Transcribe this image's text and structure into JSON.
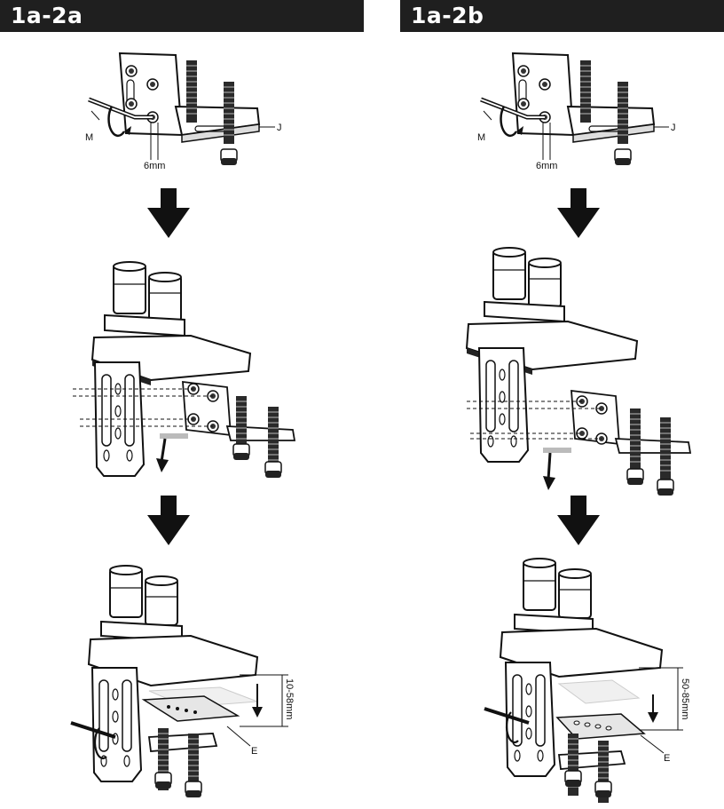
{
  "panels": {
    "a": {
      "title": "1a-2a",
      "label_m": "M",
      "label_j": "J",
      "label_hex": "6mm",
      "label_e": "E",
      "label_range": "10-58mm"
    },
    "b": {
      "title": "1a-2b",
      "label_m": "M",
      "label_j": "J",
      "label_hex": "6mm",
      "label_e": "E",
      "label_range": "50-85mm"
    }
  },
  "colors": {
    "header_bg": "#1f1f1f",
    "header_text": "#ffffff",
    "line": "#111111",
    "plate_fill": "#e6e6e6"
  }
}
